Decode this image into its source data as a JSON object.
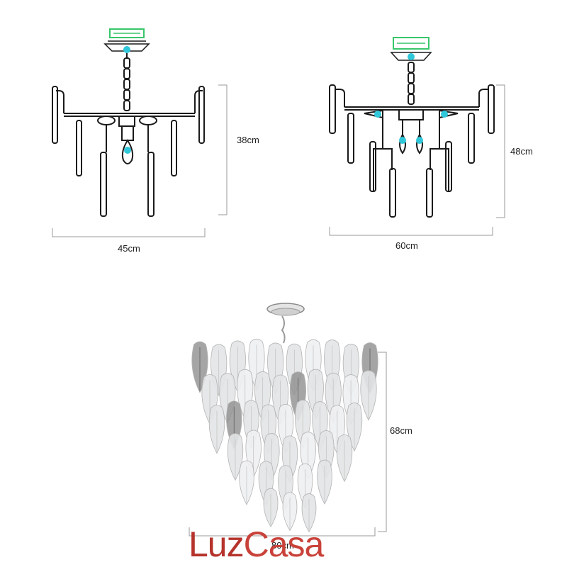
{
  "diagram_1": {
    "height_label": "38cm",
    "width_label": "45cm"
  },
  "diagram_2": {
    "height_label": "48cm",
    "width_label": "60cm"
  },
  "photo_3": {
    "height_label": "68cm",
    "width_label": "80cm"
  },
  "brand": {
    "part1": "Luz",
    "part2": "Casa"
  },
  "colors": {
    "line": "#1a1a1a",
    "dimension": "#9a9a9a",
    "highlight_green": "#39c66a",
    "highlight_cyan": "#2fc7d9",
    "brand": "#b5332b"
  }
}
